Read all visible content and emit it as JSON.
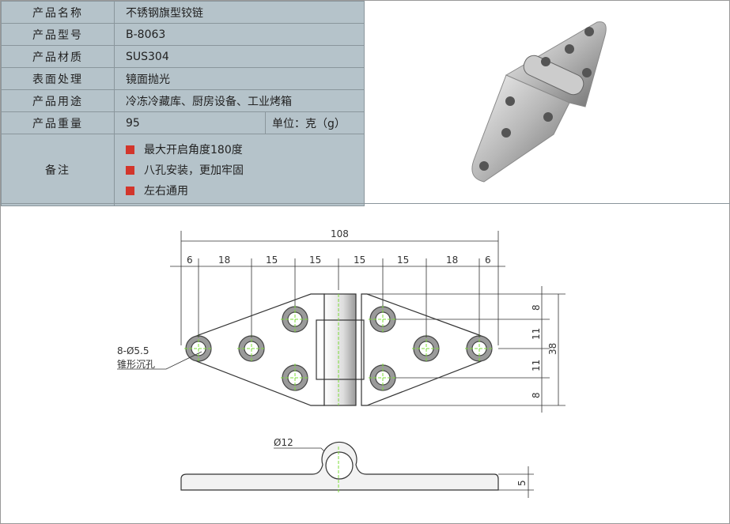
{
  "spec": {
    "rows": [
      {
        "key": "产品名称",
        "value": "不锈钢旗型铰链"
      },
      {
        "key": "产品型号",
        "value": "B-8063"
      },
      {
        "key": "产品材质",
        "value": "SUS304"
      },
      {
        "key": "表面处理",
        "value": "镜面抛光"
      },
      {
        "key": "产品用途",
        "value": "冷冻冷藏库、厨房设备、工业烤箱"
      },
      {
        "key": "产品重量",
        "value": "95",
        "unit": "单位：克（g）"
      }
    ],
    "notes_key": "备注",
    "notes": [
      "最大开启角度180度",
      "八孔安装，更加牢固",
      "左右通用"
    ],
    "bullet_color": "#d2352b"
  },
  "drawing": {
    "total": "108",
    "segments": [
      "6",
      "18",
      "15",
      "15",
      "15",
      "15",
      "18",
      "6"
    ],
    "vertical": [
      "8",
      "11",
      "11",
      "8"
    ],
    "height": "38",
    "hole_label": "8-Ø5.5",
    "hole_note": "锥形沉孔",
    "pin": "Ø12",
    "thickness": "5"
  }
}
